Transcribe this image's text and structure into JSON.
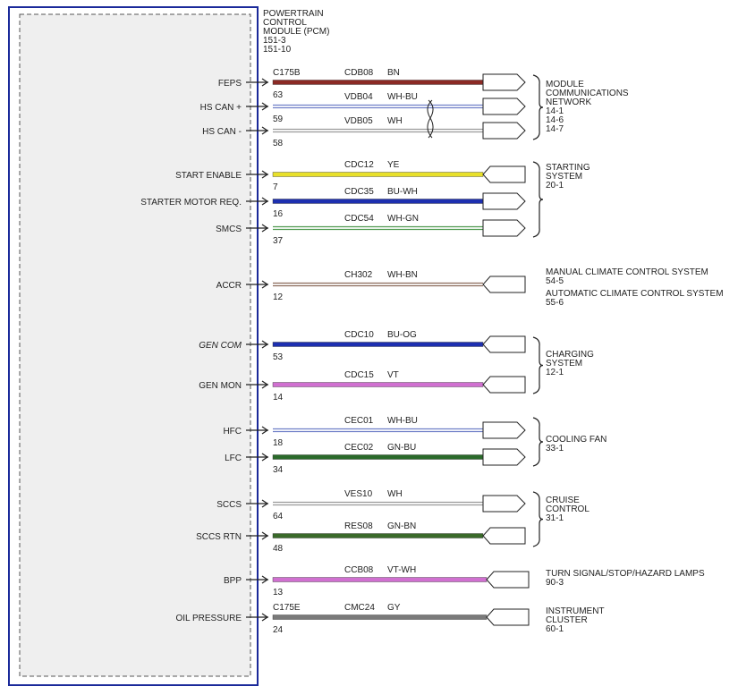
{
  "pcm": {
    "title_lines": [
      "POWERTRAIN",
      "CONTROL",
      "MODULE (PCM)",
      "151-3",
      "151-10"
    ]
  },
  "wire_colors": {
    "BN": "#8b2a25",
    "WH-BU": "#6f7fc8",
    "WH": "#9a9a9a",
    "YE": "#e8e02a",
    "BU-WH": "#1d2fb0",
    "WH-GN": "#4f9a4f",
    "WH-BN": "#8b6a5a",
    "BU-OG": "#1d2fb0",
    "VT": "#d070d0",
    "GN-BU": "#2a6a2a",
    "GN-BN": "#3a6a2a",
    "VT-WH": "#d070d0",
    "GY": "#7a7a7a"
  },
  "circuits": [
    {
      "signal": "FEPS",
      "connector": "C175B",
      "pin": "63",
      "circuit": "CDB08",
      "color": "BN",
      "style": "solid",
      "italic": false
    },
    {
      "signal": "HS CAN +",
      "connector": "",
      "pin": "59",
      "circuit": "VDB04",
      "color": "WH-BU",
      "style": "twin",
      "italic": false
    },
    {
      "signal": "HS CAN -",
      "connector": "",
      "pin": "58",
      "circuit": "VDB05",
      "color": "WH",
      "style": "twin",
      "italic": false
    },
    {
      "signal": "START ENABLE",
      "connector": "",
      "pin": "7",
      "circuit": "CDC12",
      "color": "YE",
      "style": "solid",
      "italic": false
    },
    {
      "signal": "STARTER MOTOR REQ.",
      "connector": "",
      "pin": "16",
      "circuit": "CDC35",
      "color": "BU-WH",
      "style": "solid",
      "italic": false
    },
    {
      "signal": "SMCS",
      "connector": "",
      "pin": "37",
      "circuit": "CDC54",
      "color": "WH-GN",
      "style": "twin",
      "italic": false
    },
    {
      "signal": "ACCR",
      "connector": "",
      "pin": "12",
      "circuit": "CH302",
      "color": "WH-BN",
      "style": "twin",
      "italic": false
    },
    {
      "signal": "GEN COM",
      "connector": "",
      "pin": "53",
      "circuit": "CDC10",
      "color": "BU-OG",
      "style": "solid",
      "italic": true
    },
    {
      "signal": "GEN MON",
      "connector": "",
      "pin": "14",
      "circuit": "CDC15",
      "color": "VT",
      "style": "solid",
      "italic": false
    },
    {
      "signal": "HFC",
      "connector": "",
      "pin": "18",
      "circuit": "CEC01",
      "color": "WH-BU",
      "style": "twin",
      "italic": false
    },
    {
      "signal": "LFC",
      "connector": "",
      "pin": "34",
      "circuit": "CEC02",
      "color": "GN-BU",
      "style": "solid",
      "italic": false
    },
    {
      "signal": "SCCS",
      "connector": "",
      "pin": "64",
      "circuit": "VES10",
      "color": "WH",
      "style": "twin",
      "italic": false
    },
    {
      "signal": "SCCS RTN",
      "connector": "",
      "pin": "48",
      "circuit": "RES08",
      "color": "GN-BN",
      "style": "solid",
      "italic": false
    },
    {
      "signal": "BPP",
      "connector": "",
      "pin": "13",
      "circuit": "CCB08",
      "color": "VT-WH",
      "style": "solid",
      "italic": false
    },
    {
      "signal": "OIL PRESSURE",
      "connector": "C175E",
      "pin": "24",
      "circuit": "CMC24",
      "color": "GY",
      "style": "solid",
      "italic": false
    }
  ],
  "destinations": [
    {
      "lines": [
        "MODULE",
        "COMMUNICATIONS",
        "NETWORK",
        "14-1",
        "14-6",
        "14-7"
      ]
    },
    {
      "lines": [
        "STARTING",
        "SYSTEM",
        "20-1"
      ]
    },
    {
      "lines": [
        "MANUAL CLIMATE CONTROL SYSTEM",
        "54-5",
        "AUTOMATIC CLIMATE CONTROL SYSTEM",
        "55-6"
      ]
    },
    {
      "lines": [
        "CHARGING",
        "SYSTEM",
        "12-1"
      ]
    },
    {
      "lines": [
        "COOLING FAN",
        "33-1"
      ]
    },
    {
      "lines": [
        "CRUISE",
        "CONTROL",
        "31-1"
      ]
    },
    {
      "lines": [
        "TURN SIGNAL/STOP/HAZARD LAMPS",
        "90-3"
      ]
    },
    {
      "lines": [
        "INSTRUMENT",
        "CLUSTER",
        "60-1"
      ]
    }
  ]
}
